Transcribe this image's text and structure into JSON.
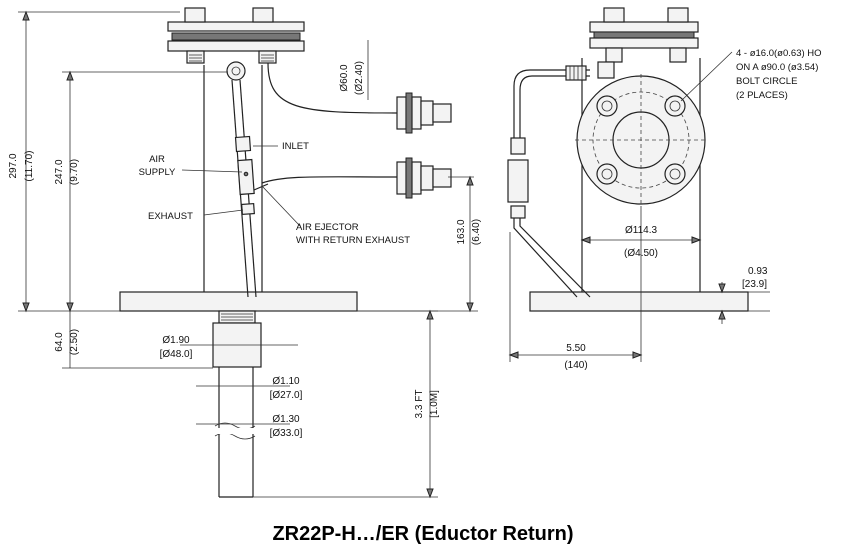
{
  "caption": "ZR22P-H…/ER (Eductor Return)",
  "side_view": {
    "dim_297": "297.0",
    "dim_297_in": "(11.70)",
    "dim_247": "247.0",
    "dim_247_in": "(9.70)",
    "dim_60": "Ø60.0",
    "dim_60_in": "(Ø2.40)",
    "dim_163": "163.0",
    "dim_163_in": "(6.40)",
    "dim_64": "64.0",
    "dim_64_in": "(2.50)",
    "dim_190": "Ø1.90",
    "dim_190_mm": "[Ø48.0]",
    "dim_110": "Ø1.10",
    "dim_110_mm": "[Ø27.0]",
    "dim_130": "Ø1.30",
    "dim_130_mm": "[Ø33.0]",
    "dim_33ft": "3.3 FT",
    "dim_33ft_m": "[1.0M]",
    "inlet": "INLET",
    "air_supply_1": "AIR",
    "air_supply_2": "SUPPLY",
    "exhaust": "EXHAUST",
    "ejector_1": "AIR EJECTOR",
    "ejector_2": "WITH RETURN EXHAUST"
  },
  "front_view": {
    "holes_1": "4 - ø16.0(ø0.63) HO",
    "holes_2": "ON A ø90.0 (ø3.54)",
    "holes_3": "BOLT CIRCLE",
    "holes_4": "(2 PLACES)",
    "dim_1143": "Ø114.3",
    "dim_1143_in": "(Ø4.50)",
    "dim_093": "0.93",
    "dim_093_mm": "[23.9]",
    "dim_550": "5.50",
    "dim_550_mm": "(140)"
  }
}
